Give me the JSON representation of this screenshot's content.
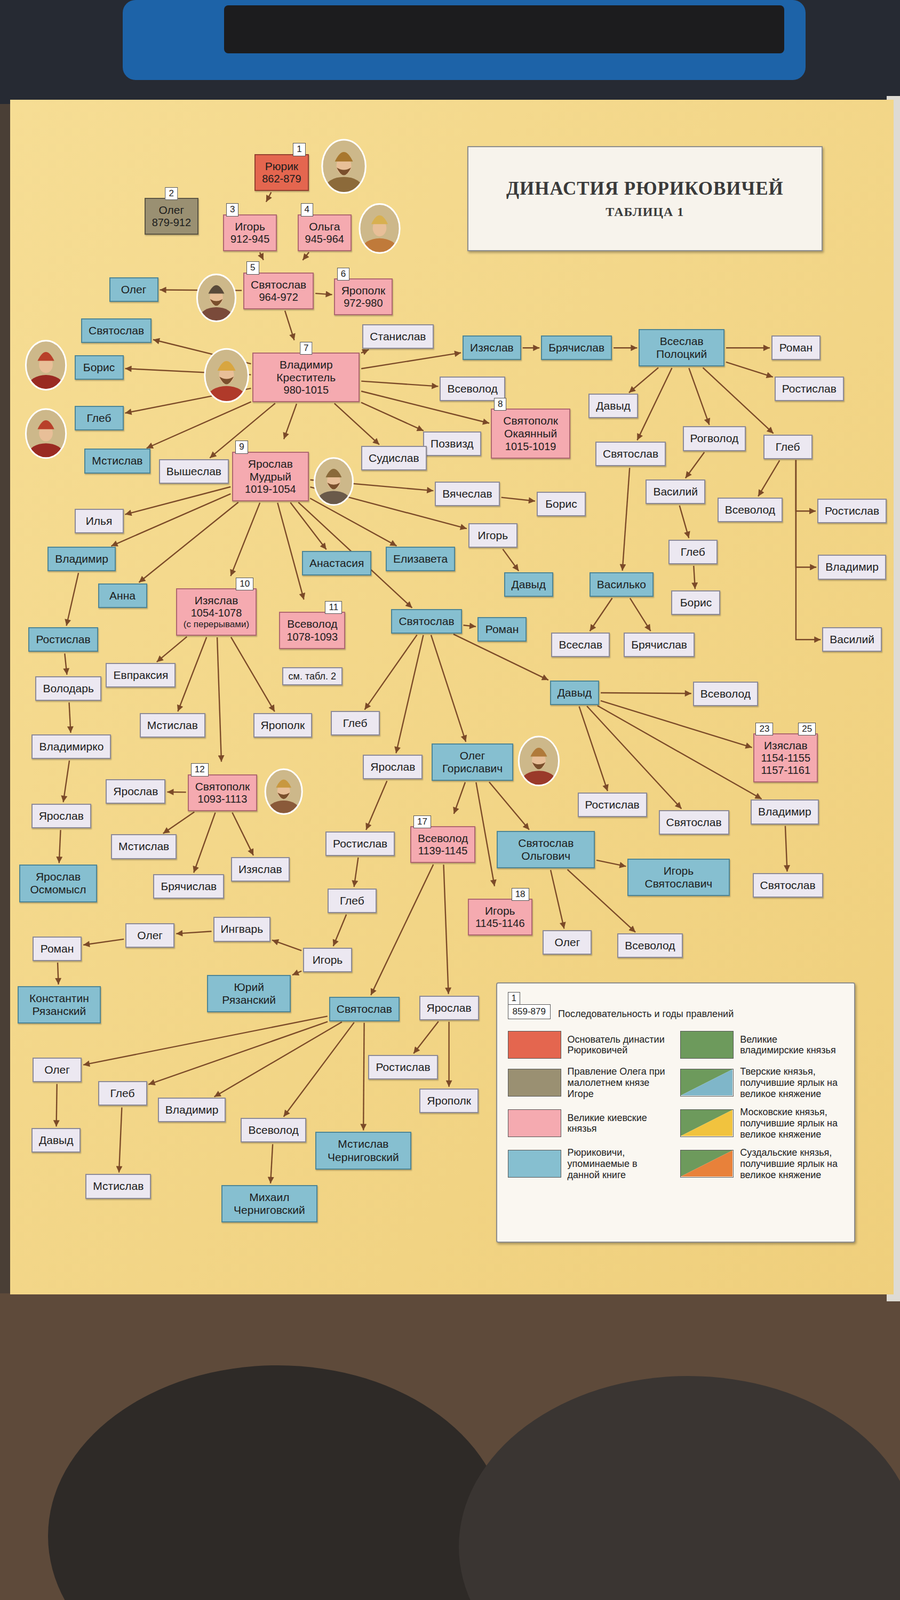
{
  "diagram": {
    "title": "ДИНАСТИЯ РЮРИКОВИЧЕЙ",
    "nodes": [
      {
        "text": [
          "1",
          "Рюрик",
          "862-879"
        ]
      },
      {
        "text": [
          "2",
          "Олег",
          "879-912"
        ]
      },
      {
        "text": [
          "3",
          "Игорь",
          "912-945"
        ]
      },
      {
        "text": [
          "4",
          "Ольга",
          "945-964"
        ]
      },
      {
        "text": [
          "5",
          "Святослав",
          "964-972"
        ]
      },
      {
        "text": [
          "6",
          "Ярополк",
          "972-980"
        ]
      },
      {
        "text": [
          "Олег"
        ]
      },
      {
        "text": [
          "Святослав"
        ]
      },
      {
        "text": [
          "Борис"
        ]
      },
      {
        "text": [
          "Глеб"
        ]
      },
      {
        "text": [
          "Мстислав"
        ]
      },
      {
        "text": [
          "7",
          "Владимир Креститель",
          "980-1015"
        ]
      },
      {
        "text": [
          "Станислав"
        ]
      },
      {
        "text": [
          "Вышеслав"
        ]
      },
      {
        "text": [
          "Изяслав"
        ]
      },
      {
        "text": [
          "Брячислав"
        ]
      },
      {
        "text": [
          "Всеслав Полоцкий"
        ]
      },
      {
        "text": [
          "Роман"
        ]
      },
      {
        "text": [
          "Всеволод"
        ]
      },
      {
        "text": [
          "Ростислав"
        ]
      },
      {
        "text": [
          "Давыд"
        ]
      },
      {
        "text": [
          "8",
          "Святополк Окаянный",
          "1015-1019"
        ]
      },
      {
        "text": [
          "Позвизд"
        ]
      },
      {
        "text": [
          "Судислав"
        ]
      },
      {
        "text": [
          "Святослав"
        ]
      },
      {
        "text": [
          "Рогволод"
        ]
      },
      {
        "text": [
          "Глеб"
        ]
      },
      {
        "text": [
          "9",
          "Ярослав Мудрый",
          "1019-1054"
        ]
      },
      {
        "text": [
          "Вячеслав"
        ]
      },
      {
        "text": [
          "Борис"
        ]
      },
      {
        "text": [
          "Василий"
        ]
      },
      {
        "text": [
          "Всеволод"
        ]
      },
      {
        "text": [
          "Ростислав"
        ]
      },
      {
        "text": [
          "Илья"
        ]
      },
      {
        "text": [
          "Игорь"
        ]
      },
      {
        "text": [
          "Глеб"
        ]
      },
      {
        "text": [
          "Владимир"
        ]
      },
      {
        "text": [
          "Анастасия"
        ]
      },
      {
        "text": [
          "Елизавета"
        ]
      },
      {
        "text": [
          "Владимир"
        ]
      },
      {
        "text": [
          "Анна"
        ]
      },
      {
        "text": [
          "10",
          "Изяслав",
          "1054-1078",
          "(с перерывами)"
        ]
      },
      {
        "text": [
          "Давыд"
        ]
      },
      {
        "text": [
          "Василько"
        ]
      },
      {
        "text": [
          "Борис"
        ]
      },
      {
        "text": [
          "11",
          "Всеволод",
          "1078-1093"
        ]
      },
      {
        "text": [
          "Святослав"
        ]
      },
      {
        "text": [
          "Роман"
        ]
      },
      {
        "text": [
          "Ростислав"
        ]
      },
      {
        "text": [
          "Василий"
        ]
      },
      {
        "text": [
          "Евпраксия"
        ]
      },
      {
        "text": [
          "Всеслав"
        ]
      },
      {
        "text": [
          "Брячислав"
        ]
      },
      {
        "text": [
          "см. табл. 2"
        ]
      },
      {
        "text": [
          "Володарь"
        ]
      },
      {
        "text": [
          "Давыд"
        ]
      },
      {
        "text": [
          "Всеволод"
        ]
      },
      {
        "text": [
          "Глеб"
        ]
      },
      {
        "text": [
          "Мстислав"
        ]
      },
      {
        "text": [
          "Ярополк"
        ]
      },
      {
        "text": [
          "Владимирко"
        ]
      },
      {
        "text": [
          "23",
          "25",
          "Изяслав",
          "1154-1155",
          "1157-1161"
        ]
      },
      {
        "text": [
          "Ярослав"
        ]
      },
      {
        "text": [
          "Олег Гориславич"
        ]
      },
      {
        "text": [
          "Ярослав"
        ]
      },
      {
        "text": [
          "12",
          "Святополк",
          "1093-1113"
        ]
      },
      {
        "text": [
          "Ростислав"
        ]
      },
      {
        "text": [
          "Святослав"
        ]
      },
      {
        "text": [
          "Владимир"
        ]
      },
      {
        "text": [
          "Ярослав"
        ]
      },
      {
        "text": [
          "17",
          "Всеволод",
          "1139-1145"
        ]
      },
      {
        "text": [
          "Ростислав"
        ]
      },
      {
        "text": [
          "Мстислав"
        ]
      },
      {
        "text": [
          "Святослав Ольгович"
        ]
      },
      {
        "text": [
          "Изяслав"
        ]
      },
      {
        "text": [
          "Брячислав"
        ]
      },
      {
        "text": [
          "Игорь Святославич"
        ]
      },
      {
        "text": [
          "Святослав"
        ]
      },
      {
        "text": [
          "Ярослав Осмомысл"
        ]
      },
      {
        "text": [
          "Глеб"
        ]
      },
      {
        "text": [
          "18",
          "Игорь",
          "1145-1146"
        ]
      },
      {
        "text": [
          "Ингварь"
        ]
      },
      {
        "text": [
          "Олег"
        ]
      },
      {
        "text": [
          "Роман"
        ]
      },
      {
        "text": [
          "Олег"
        ]
      },
      {
        "text": [
          "Всеволод"
        ]
      },
      {
        "text": [
          "Игорь"
        ]
      },
      {
        "text": [
          "Константин Рязанский"
        ]
      },
      {
        "text": [
          "Юрий Рязанский"
        ]
      },
      {
        "text": [
          "Святослав"
        ]
      },
      {
        "text": [
          "Ярослав"
        ]
      },
      {
        "text": [
          "Олег"
        ]
      },
      {
        "text": [
          "Глеб"
        ]
      },
      {
        "text": [
          "Владимир"
        ]
      },
      {
        "text": [
          "Ростислав"
        ]
      },
      {
        "text": [
          "Всеволод"
        ]
      },
      {
        "text": [
          "Ярополк"
        ]
      },
      {
        "text": [
          "Мстислав Черниговский"
        ]
      },
      {
        "text": [
          "Давыд"
        ]
      },
      {
        "text": [
          "Мстислав"
        ]
      },
      {
        "text": [
          "Михаил Черниговский"
        ]
      }
    ],
    "edges": [
      {
        "from": 0,
        "to": 2,
        "arrow": "to"
      },
      {
        "from": 2,
        "to": 4,
        "arrow": "to"
      },
      {
        "from": 3,
        "to": 4,
        "arrow": "to"
      },
      {
        "from": 4,
        "to": 6,
        "arrow": "to"
      },
      {
        "from": 4,
        "to": 5,
        "arrow": "to"
      },
      {
        "from": 4,
        "to": 11,
        "arrow": "to"
      },
      {
        "from": 11,
        "to": 7,
        "arrow": "to"
      },
      {
        "from": 11,
        "to": 8,
        "arrow": "to"
      },
      {
        "from": 11,
        "to": 9,
        "arrow": "to"
      },
      {
        "from": 11,
        "to": 10,
        "arrow": "to"
      },
      {
        "from": 11,
        "to": 13,
        "arrow": "to"
      },
      {
        "from": 11,
        "to": 27,
        "arrow": "to"
      },
      {
        "from": 11,
        "to": 23,
        "arrow": "to"
      },
      {
        "from": 11,
        "to": 22,
        "arrow": "to"
      },
      {
        "from": 11,
        "to": 21,
        "arrow": "to"
      },
      {
        "from": 11,
        "to": 18,
        "arrow": "to"
      },
      {
        "from": 11,
        "to": 14,
        "arrow": "to"
      },
      {
        "from": 11,
        "to": 12,
        "arrow": "to"
      },
      {
        "from": 14,
        "to": 15,
        "arrow": "to"
      },
      {
        "from": 15,
        "to": 16,
        "arrow": "to"
      },
      {
        "from": 16,
        "to": 17,
        "arrow": "to"
      },
      {
        "from": 16,
        "to": 19,
        "arrow": "to"
      },
      {
        "from": 16,
        "to": 20,
        "arrow": "to"
      },
      {
        "from": 16,
        "to": 24,
        "arrow": "to"
      },
      {
        "from": 16,
        "to": 25,
        "arrow": "to"
      },
      {
        "from": 16,
        "to": 26,
        "arrow": "to"
      },
      {
        "from": 24,
        "to": 43,
        "arrow": "to"
      },
      {
        "from": 43,
        "to": 51,
        "arrow": "to"
      },
      {
        "from": 43,
        "to": 52,
        "arrow": "to"
      },
      {
        "from": 25,
        "to": 30,
        "arrow": "to"
      },
      {
        "from": 30,
        "to": 35,
        "arrow": "to"
      },
      {
        "from": 35,
        "to": 44,
        "arrow": "to"
      },
      {
        "from": 26,
        "to": 31,
        "arrow": "to"
      },
      {
        "from": 26,
        "to": 32,
        "arrow": "to"
      },
      {
        "from": 26,
        "to": 39,
        "arrow": "to"
      },
      {
        "from": 26,
        "to": 49,
        "arrow": "to"
      },
      {
        "from": 27,
        "to": 28,
        "arrow": "to"
      },
      {
        "from": 27,
        "to": 34,
        "arrow": "to"
      },
      {
        "from": 27,
        "to": 38,
        "arrow": "to"
      },
      {
        "from": 27,
        "to": 46,
        "arrow": "to"
      },
      {
        "from": 27,
        "to": 37,
        "arrow": "to"
      },
      {
        "from": 27,
        "to": 45,
        "arrow": "to"
      },
      {
        "from": 27,
        "to": 41,
        "arrow": "to"
      },
      {
        "from": 27,
        "to": 40,
        "arrow": "to"
      },
      {
        "from": 27,
        "to": 36,
        "arrow": "to"
      },
      {
        "from": 27,
        "to": 33,
        "arrow": "to"
      },
      {
        "from": 28,
        "to": 29,
        "arrow": "to"
      },
      {
        "from": 34,
        "to": 42,
        "arrow": "to"
      },
      {
        "from": 36,
        "to": 48,
        "arrow": "to"
      },
      {
        "from": 48,
        "to": 54,
        "arrow": "to"
      },
      {
        "from": 54,
        "to": 60,
        "arrow": "to"
      },
      {
        "from": 60,
        "to": 69,
        "arrow": "to"
      },
      {
        "from": 69,
        "to": 78,
        "arrow": "to"
      },
      {
        "from": 41,
        "to": 50,
        "arrow": "to"
      },
      {
        "from": 41,
        "to": 58,
        "arrow": "to"
      },
      {
        "from": 41,
        "to": 65,
        "arrow": "to"
      },
      {
        "from": 41,
        "to": 59,
        "arrow": "to"
      },
      {
        "from": 46,
        "to": 47,
        "arrow": "to"
      },
      {
        "from": 46,
        "to": 55,
        "arrow": "to"
      },
      {
        "from": 46,
        "to": 63,
        "arrow": "to"
      },
      {
        "from": 46,
        "to": 62,
        "arrow": "to"
      },
      {
        "from": 46,
        "to": 57,
        "arrow": "to"
      },
      {
        "from": 55,
        "to": 56,
        "arrow": "to"
      },
      {
        "from": 55,
        "to": 61,
        "arrow": "to"
      },
      {
        "from": 55,
        "to": 68,
        "arrow": "to"
      },
      {
        "from": 55,
        "to": 67,
        "arrow": "to"
      },
      {
        "from": 55,
        "to": 66,
        "arrow": "to"
      },
      {
        "from": 68,
        "to": 77,
        "arrow": "to"
      },
      {
        "from": 65,
        "to": 64,
        "arrow": "to"
      },
      {
        "from": 65,
        "to": 72,
        "arrow": "to"
      },
      {
        "from": 65,
        "to": 75,
        "arrow": "to"
      },
      {
        "from": 65,
        "to": 74,
        "arrow": "to"
      },
      {
        "from": 62,
        "to": 71,
        "arrow": "to"
      },
      {
        "from": 71,
        "to": 79,
        "arrow": "to"
      },
      {
        "from": 79,
        "to": 86,
        "arrow": "to"
      },
      {
        "from": 86,
        "to": 81,
        "arrow": "to"
      },
      {
        "from": 86,
        "to": 88,
        "arrow": "to"
      },
      {
        "from": 81,
        "to": 82,
        "arrow": "to"
      },
      {
        "from": 82,
        "to": 83,
        "arrow": "to"
      },
      {
        "from": 83,
        "to": 87,
        "arrow": "to"
      },
      {
        "from": 63,
        "to": 70,
        "arrow": "to"
      },
      {
        "from": 63,
        "to": 73,
        "arrow": "to"
      },
      {
        "from": 63,
        "to": 80,
        "arrow": "to"
      },
      {
        "from": 70,
        "to": 89,
        "arrow": "to"
      },
      {
        "from": 70,
        "to": 90,
        "arrow": "to"
      },
      {
        "from": 73,
        "to": 76,
        "arrow": "to"
      },
      {
        "from": 73,
        "to": 84,
        "arrow": "to"
      },
      {
        "from": 73,
        "to": 85,
        "arrow": "to"
      },
      {
        "from": 90,
        "to": 94,
        "arrow": "to"
      },
      {
        "from": 90,
        "to": 96,
        "arrow": "to"
      },
      {
        "from": 89,
        "to": 91,
        "arrow": "to"
      },
      {
        "from": 89,
        "to": 92,
        "arrow": "to"
      },
      {
        "from": 89,
        "to": 93,
        "arrow": "to"
      },
      {
        "from": 89,
        "to": 95,
        "arrow": "to"
      },
      {
        "from": 89,
        "to": 97,
        "arrow": "to"
      },
      {
        "from": 91,
        "to": 98,
        "arrow": "to"
      },
      {
        "from": 92,
        "to": 99,
        "arrow": "to"
      },
      {
        "from": 95,
        "to": 100,
        "arrow": "to"
      }
    ],
    "labels": [
      "ТАБЛИЦА 1",
      "1",
      "859-879"
    ],
    "legend": [
      {
        "text": "Последовательность и годы правлений"
      },
      {
        "text": "Основатель династии Рюриковичей",
        "color": "#e4664f"
      },
      {
        "text": "Правление Олега при малолетнем князе Игоре",
        "color": "#9a9072"
      },
      {
        "text": "Великие киевские князья",
        "color": "#f5aab0"
      },
      {
        "text": "Рюриковичи, упоминаемые в данной книге",
        "color": "#86bfd0"
      },
      {
        "text": "Великие владимирские князья",
        "color": "#6d9a5c"
      },
      {
        "text": "Тверские князья, получившие ярлык на великое княжение"
      },
      {
        "text": "Московские князья, получившие ярлык на великое княжение"
      },
      {
        "text": "Суздальские князья, получившие ярлык на великое княжение"
      }
    ]
  }
}
